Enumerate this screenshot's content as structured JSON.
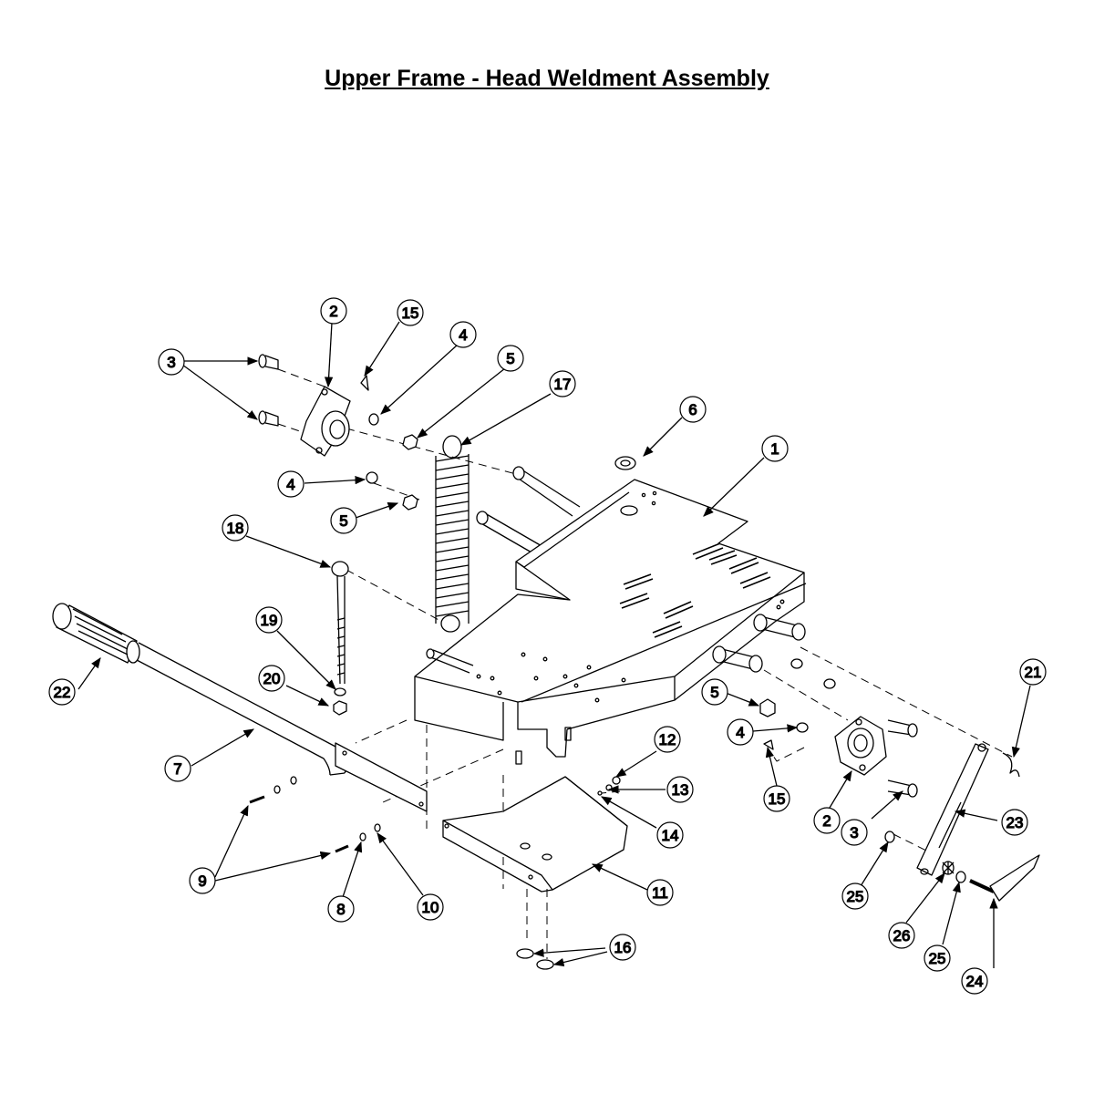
{
  "title": "Upper Frame - Head Weldment Assembly",
  "callouts": [
    "1",
    "2",
    "3",
    "4",
    "5",
    "6",
    "7",
    "8",
    "9",
    "10",
    "11",
    "12",
    "13",
    "14",
    "15",
    "16",
    "17",
    "18",
    "19",
    "20",
    "21",
    "22",
    "23",
    "24",
    "25",
    "26",
    "2",
    "3",
    "4",
    "5",
    "15",
    "25"
  ]
}
